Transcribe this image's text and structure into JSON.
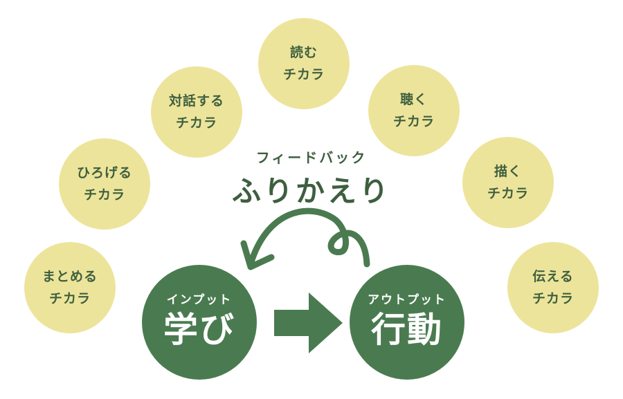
{
  "skills": [
    {
      "line1": "まとめる",
      "line2": "チカラ"
    },
    {
      "line1": "ひろげる",
      "line2": "チカラ"
    },
    {
      "line1": "対話する",
      "line2": "チカラ"
    },
    {
      "line1": "読む",
      "line2": "チカラ"
    },
    {
      "line1": "聴く",
      "line2": "チカラ"
    },
    {
      "line1": "描く",
      "line2": "チカラ"
    },
    {
      "line1": "伝える",
      "line2": "チカラ"
    }
  ],
  "feedback": {
    "subtitle": "フィードバック",
    "title": "ふりかえり"
  },
  "input": {
    "subtitle": "インプット",
    "title": "学び"
  },
  "output": {
    "subtitle": "アウトプット",
    "title": "行動"
  },
  "colors": {
    "dark_green": "#4a7b50",
    "text_green": "#3e5f3f",
    "light_yellow": "#ede49b"
  }
}
